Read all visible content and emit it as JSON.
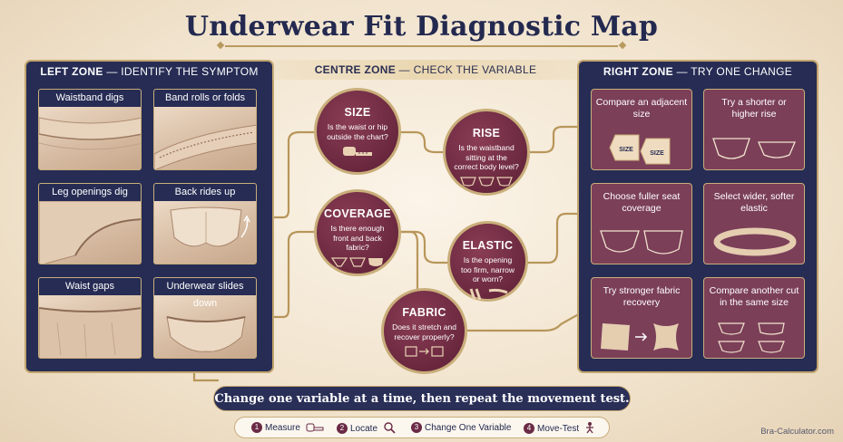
{
  "title": "Underwear Fit Diagnostic Map",
  "zones": {
    "left": {
      "name": "LEFT ZONE",
      "sub": "IDENTIFY THE SYMPTOM"
    },
    "centre": {
      "name": "CENTRE ZONE",
      "sub": "CHECK THE VARIABLE"
    },
    "right": {
      "name": "RIGHT ZONE",
      "sub": "TRY ONE CHANGE"
    }
  },
  "symptoms": [
    "Waistband digs",
    "Band rolls or folds",
    "Leg openings dig",
    "Back rides up",
    "Waist gaps",
    "Underwear slides down"
  ],
  "variables": {
    "size": {
      "name": "SIZE",
      "question": "Is the waist or hip outside the chart?"
    },
    "rise": {
      "name": "RISE",
      "question": "Is the waistband sitting at the correct body level?"
    },
    "coverage": {
      "name": "COVERAGE",
      "question": "Is there enough front and back fabric?"
    },
    "elastic": {
      "name": "ELASTIC",
      "question": "Is the opening too firm, narrow or worn?"
    },
    "fabric": {
      "name": "FABRIC",
      "question": "Does it stretch and recover properly?"
    }
  },
  "fixes": [
    {
      "label": "Compare an adjacent size",
      "tag": "SIZE"
    },
    {
      "label": "Try a shorter or higher rise"
    },
    {
      "label": "Choose fuller seat coverage"
    },
    {
      "label": "Select wider, softer elastic"
    },
    {
      "label": "Try stronger fabric recovery"
    },
    {
      "label": "Compare another cut in the same size"
    }
  ],
  "banner": "Change one variable at a time, then repeat the movement test.",
  "steps": [
    {
      "num": "1",
      "label": "Measure",
      "icon": "tape-measure-icon"
    },
    {
      "num": "2",
      "label": "Locate",
      "icon": "magnifier-icon"
    },
    {
      "num": "3",
      "label": "Change One Variable",
      "icon": ""
    },
    {
      "num": "4",
      "label": "Move-Test",
      "icon": "figure-icon"
    }
  ],
  "credit": "Bra-Calculator.com",
  "colors": {
    "navy": "#262c54",
    "plum": "#7b3f58",
    "burgundy": "#6a2a45",
    "gold": "#c2a56e",
    "cream": "#f1e3cd"
  }
}
